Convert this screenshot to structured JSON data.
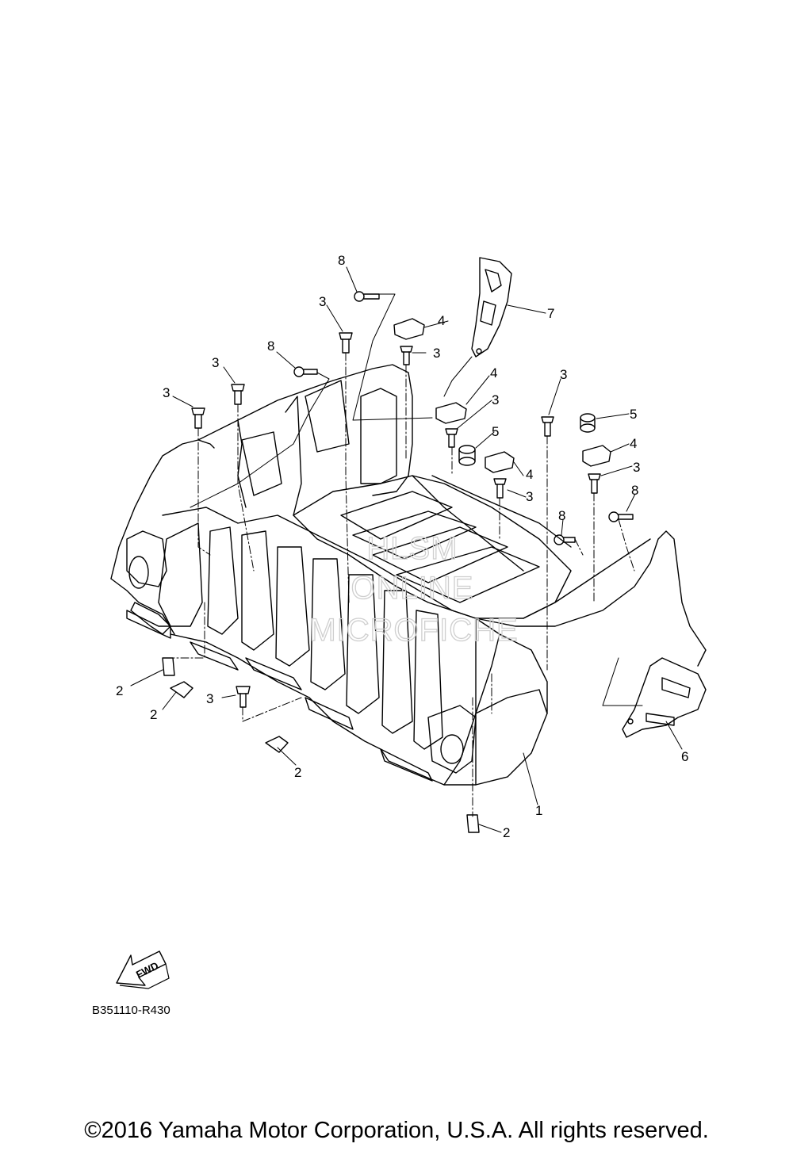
{
  "watermark": [
    "HLSM",
    "ONLINE",
    "MICROFICHE"
  ],
  "fwd_label": "FWD",
  "drawing_code": "B351110-R430",
  "copyright": "©2016 Yamaha Motor Corporation, U.S.A. All rights reserved.",
  "callouts": {
    "c8a": "8",
    "c3a": "3",
    "c4a": "4",
    "c3b": "3",
    "c7": "7",
    "c8b": "8",
    "c3c": "3",
    "c3d": "3",
    "c4b": "4",
    "c3e": "3",
    "c5a": "5",
    "c4c": "4",
    "c3f": "3",
    "c3g": "3",
    "c5b": "5",
    "c4d": "4",
    "c3h": "3",
    "c8c": "8",
    "c8d": "8",
    "c2a": "2",
    "c2b": "2",
    "c3i": "3",
    "c2c": "2",
    "c6": "6",
    "c1": "1",
    "c2d": "2"
  }
}
